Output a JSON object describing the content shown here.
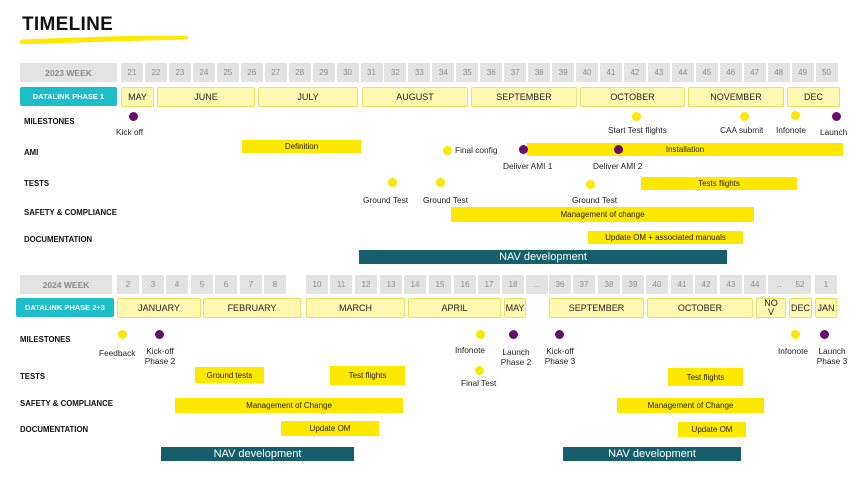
{
  "title": "TIMELINE",
  "colors": {
    "accent_yellow": "#ffe800",
    "teal": "#1ebec8",
    "dark_teal": "#145f6b",
    "milestone_purple": "#6a0a6e",
    "month_fill": "#fff8b0",
    "header_gray": "#e3e3e3"
  },
  "s1": {
    "week_header": "2023 WEEK",
    "weeks": [
      "21",
      "22",
      "23",
      "24",
      "25",
      "26",
      "27",
      "28",
      "29",
      "30",
      "31",
      "32",
      "33",
      "34",
      "35",
      "36",
      "37",
      "38",
      "39",
      "40",
      "41",
      "42",
      "43",
      "44",
      "45",
      "46",
      "47",
      "48",
      "49",
      "50"
    ],
    "phase": "DATALINK PHASE 1",
    "months": [
      "MAY",
      "JUNE",
      "JULY",
      "AUGUST",
      "SEPTEMBER",
      "OCTOBER",
      "NOVEMBER",
      "DEC"
    ],
    "rows": [
      "MILESTONES",
      "AMI",
      "TESTS",
      "SAFETY & COMPLIANCE",
      "DOCUMENTATION"
    ],
    "bars": [
      "Definition",
      "Installation",
      "Tests flights",
      "Management of change",
      "Update OM + associated manuals"
    ],
    "nav": "NAV development",
    "labels": [
      "Kick off",
      "Start Test flights",
      "CAA submit",
      "Infonote",
      "Launch",
      "Final config",
      "Deliver AMI 1",
      "Deliver AMI 2",
      "Ground Test",
      "Ground Test",
      "Ground Test"
    ]
  },
  "s2": {
    "week_header": "2024 WEEK",
    "weeks": [
      "2",
      "3",
      "4",
      "5",
      "6",
      "7",
      "8",
      "10",
      "11",
      "12",
      "13",
      "14",
      "15",
      "16",
      "17",
      "18",
      "...",
      "36",
      "37",
      "38",
      "39",
      "40",
      "41",
      "42",
      "43",
      "44",
      "..",
      "52",
      "1"
    ],
    "phase": "DATALINK PHASE 2+3",
    "months": [
      "JANUARY",
      "FEBRUARY",
      "MARCH",
      "APRIL",
      "MAY",
      "SEPTEMBER",
      "OCTOBER",
      "NO V",
      "DEC",
      "JAN"
    ],
    "rows": [
      "MILESTONES",
      "TESTS",
      "SAFETY & COMPLIANCE",
      "DOCUMENTATION"
    ],
    "bars": [
      "Ground tests",
      "Test flights",
      "Test flights",
      "Management of Change",
      "Management of Change",
      "Update OM",
      "Update OM"
    ],
    "nav": [
      "NAV development",
      "NAV development"
    ],
    "labels": [
      "Feedback",
      "Kick-off Phase 2",
      "Infonote",
      "Launch Phase 2",
      "Kick-off Phase 3",
      "Infonote",
      "Launch Phase 3",
      "Final Test"
    ]
  }
}
